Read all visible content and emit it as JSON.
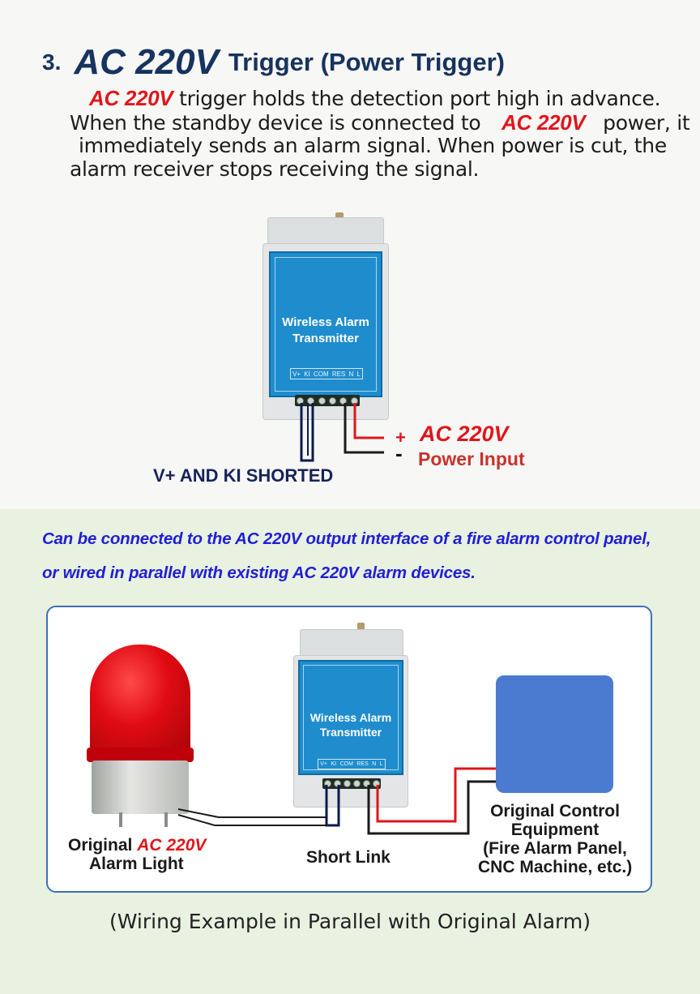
{
  "heading": {
    "number": "3.",
    "voltage": "AC 220V",
    "rest": "Trigger (Power Trigger)"
  },
  "description": {
    "line1_red": "AC 220V",
    "line1_rest": "trigger holds the detection port high in advance.",
    "line2_a": "When the standby device is connected to",
    "line2_red": "AC 220V",
    "line2_b": "power, it",
    "line3": "immediately sends an alarm signal. When power is cut, the",
    "line4": "alarm receiver stops receiving the signal."
  },
  "device": {
    "title_line1": "Wireless Alarm",
    "title_line2": "Transmitter",
    "terminal_labels": [
      "V+",
      "KI",
      "COM",
      "RES",
      "N",
      "L"
    ]
  },
  "top_diagram": {
    "plus": "+",
    "minus": "-",
    "ac_label": "AC 220V",
    "power_input": "Power Input",
    "shorted_label": "V+ AND KI SHORTED"
  },
  "note": {
    "line1": "Can be connected to the AC 220V output interface of a fire alarm control panel,",
    "line2": "or wired in parallel with existing AC 220V alarm devices."
  },
  "wiring_example": {
    "lamp_label_a": "Original",
    "lamp_label_red": "AC 220V",
    "lamp_label_b": "Alarm Light",
    "short_link": "Short Link",
    "equip_line1": "Original Control",
    "equip_line2": "Equipment",
    "equip_line3": "(Fire Alarm Panel,",
    "equip_line4": "CNC Machine, etc.)"
  },
  "caption": "(Wiring Example in Parallel with Original Alarm)",
  "colors": {
    "heading": "#17335f",
    "accent_red": "#e0151b",
    "note_blue": "#1f1fd4",
    "device_face": "#1f8dcd",
    "panel_border": "#3e6fb6",
    "equipment_box": "#4a7bd0",
    "bottom_bg": "#e9f1e1"
  }
}
